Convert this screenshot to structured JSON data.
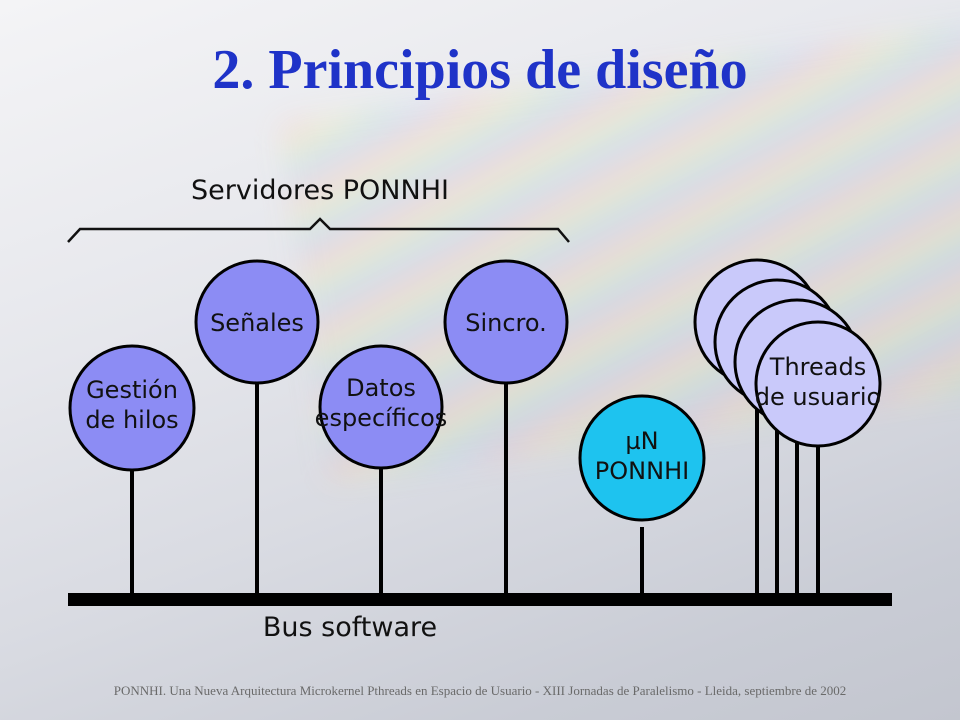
{
  "title": "2. Principios de diseño",
  "group_label": "Servidores PONNHI",
  "nodes": {
    "gestion": [
      "Gestión",
      "de hilos"
    ],
    "senales": [
      "Señales"
    ],
    "datos": [
      "Datos",
      "específicos"
    ],
    "sincro": [
      "Sincro."
    ],
    "micro": [
      "µN",
      "PONNHI"
    ],
    "threads": [
      "Threads",
      "de usuario"
    ]
  },
  "bus_label": "Bus software",
  "footer": "PONNHI. Una Nueva Arquitectura Microkernel Pthreads en Espacio de Usuario - XIII Jornadas de Paralelismo - Lleida, septiembre de 2002",
  "colors": {
    "server_fill": "#8c8cf4",
    "micro_fill": "#1ec3ef",
    "thread_fill": "#c9c9fa",
    "title": "#1f33c8"
  }
}
